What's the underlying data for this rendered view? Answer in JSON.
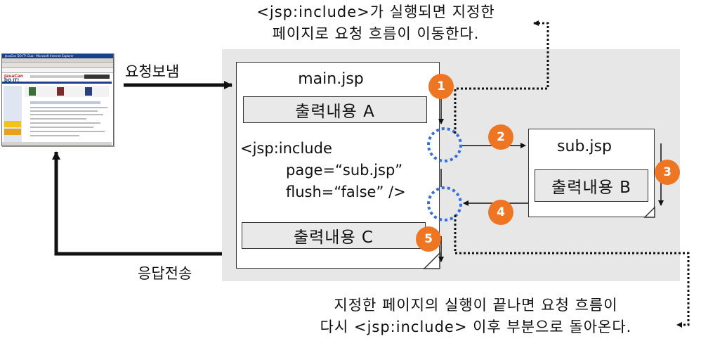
{
  "captions": {
    "top": [
      "<jsp:include>가 실행되면 지정한",
      "페이지로 요청 흐름이 이동한다."
    ],
    "bottom": [
      "지정한 페이지의 실행이 끝나면 요청 흐름이",
      "다시 <jsp:include> 이후 부분으로 돌아온다."
    ]
  },
  "labels": {
    "request": "요청보냄",
    "response": "응답전송"
  },
  "main_doc": {
    "title": "main.jsp",
    "output_a": "출력내용 A",
    "code": [
      "<jsp:include",
      "page=“sub.jsp”",
      "flush=“false” />"
    ],
    "output_c": "출력내용 C"
  },
  "sub_doc": {
    "title": "sub.jsp",
    "output_b": "출력내용 B"
  },
  "steps": [
    "1",
    "2",
    "3",
    "4",
    "5"
  ],
  "browser": {
    "window_title": "JavaCan DO IT! Club - Microsoft Internet Explorer",
    "logo_line1": "JavaCan",
    "logo_line2": "DO IT!"
  },
  "colors": {
    "step_circle": "#ee7623",
    "dotted_circle": "#3a6fd8",
    "panel": "#e7e7e7"
  }
}
